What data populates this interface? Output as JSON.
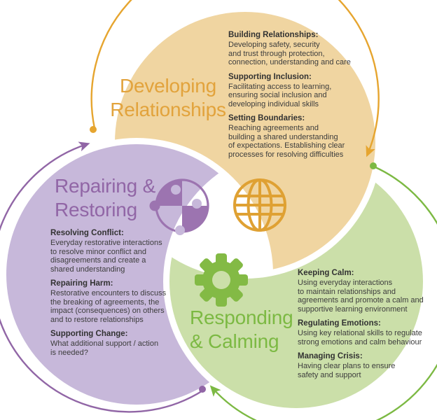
{
  "diagram": {
    "text_color": "#3d3d3d",
    "sections": [
      {
        "id": "developing-relationships",
        "title_line1": "Developing",
        "title_line2": "Relationships",
        "fill_color": "#f0d5a1",
        "accent_color": "#e2a33c",
        "icon": "globe-icon",
        "items": [
          {
            "heading": "Building Relationships:",
            "lines": [
              "Developing safety, security",
              "and trust through protection,",
              "connection, understanding and care"
            ]
          },
          {
            "heading": "Supporting Inclusion:",
            "lines": [
              "Facilitating access to learning,",
              "ensuring social inclusion and",
              "developing individual skills"
            ]
          },
          {
            "heading": "Setting Boundaries:",
            "lines": [
              "Reaching agreements and",
              "building a shared understanding",
              "of expectations. Establishing clear",
              "processes for resolving difficulties"
            ]
          }
        ]
      },
      {
        "id": "repairing-restoring",
        "title_line1": "Repairing &",
        "title_line2": "Restoring",
        "fill_color": "#c7b8da",
        "accent_color": "#9166a6",
        "icon": "puzzle-icon",
        "items": [
          {
            "heading": "Resolving Conflict:",
            "lines": [
              "Everyday restorative interactions",
              "to resolve minor conflict and",
              "disagreements and create a",
              "shared understanding"
            ]
          },
          {
            "heading": "Repairing Harm:",
            "lines": [
              "Restorative encounters to discuss",
              "the breaking of agreements, the",
              "impact (consequences) on others",
              "and to restore relationships"
            ]
          },
          {
            "heading": "Supporting Change:",
            "lines": [
              "What additional support / action",
              "is needed?"
            ]
          }
        ]
      },
      {
        "id": "responding-calming",
        "title_line1": "Responding",
        "title_line2": "& Calming",
        "fill_color": "#cbdfa9",
        "accent_color": "#7cb943",
        "icon": "gear-icon",
        "items": [
          {
            "heading": "Keeping Calm:",
            "lines": [
              "Using everyday interactions",
              "to maintain relationships and",
              "agreements and promote a calm and",
              "supportive learning environment"
            ]
          },
          {
            "heading": "Regulating Emotions:",
            "lines": [
              "Using key relational skills to regulate",
              "strong emotions and calm behaviour"
            ]
          },
          {
            "heading": "Managing Crisis:",
            "lines": [
              "Having clear plans to ensure",
              "safety and support"
            ]
          }
        ]
      }
    ]
  }
}
